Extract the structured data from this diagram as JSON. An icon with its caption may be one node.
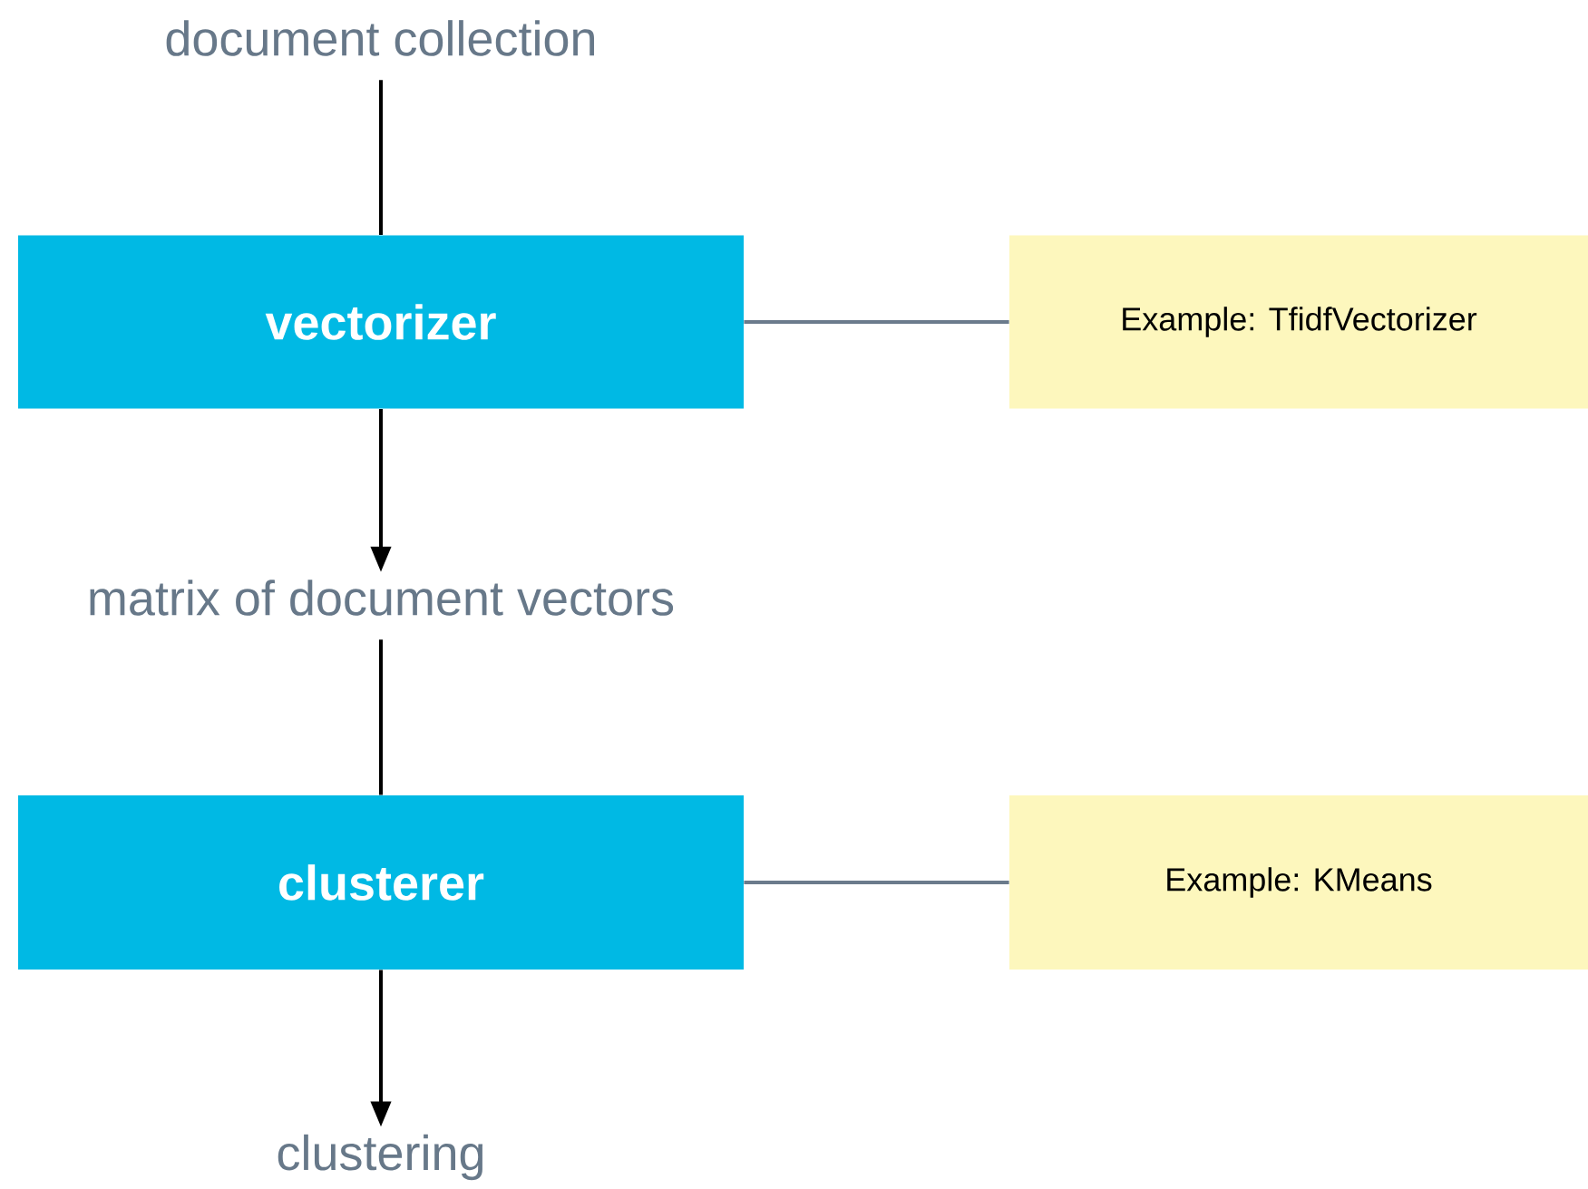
{
  "diagram": {
    "nodes": [
      {
        "text": [
          "document collection"
        ]
      },
      {
        "text": [
          "vectorizer"
        ]
      },
      {
        "text": [
          "Example: TfidfVectorizer"
        ]
      },
      {
        "text": [
          "matrix of document vectors"
        ]
      },
      {
        "text": [
          "clusterer"
        ]
      },
      {
        "text": [
          "Example: KMeans"
        ]
      },
      {
        "text": [
          "clustering"
        ]
      }
    ],
    "edges": [
      {
        "from": 0,
        "to": 1,
        "arrow": "none"
      },
      {
        "from": 1,
        "to": 2,
        "arrow": "none",
        "color": "#6b7b8c"
      },
      {
        "from": 1,
        "to": 3,
        "arrow": "to"
      },
      {
        "from": 3,
        "to": 4,
        "arrow": "none"
      },
      {
        "from": 4,
        "to": 5,
        "arrow": "none",
        "color": "#6b7b8c"
      },
      {
        "from": 4,
        "to": 6,
        "arrow": "to"
      }
    ]
  }
}
